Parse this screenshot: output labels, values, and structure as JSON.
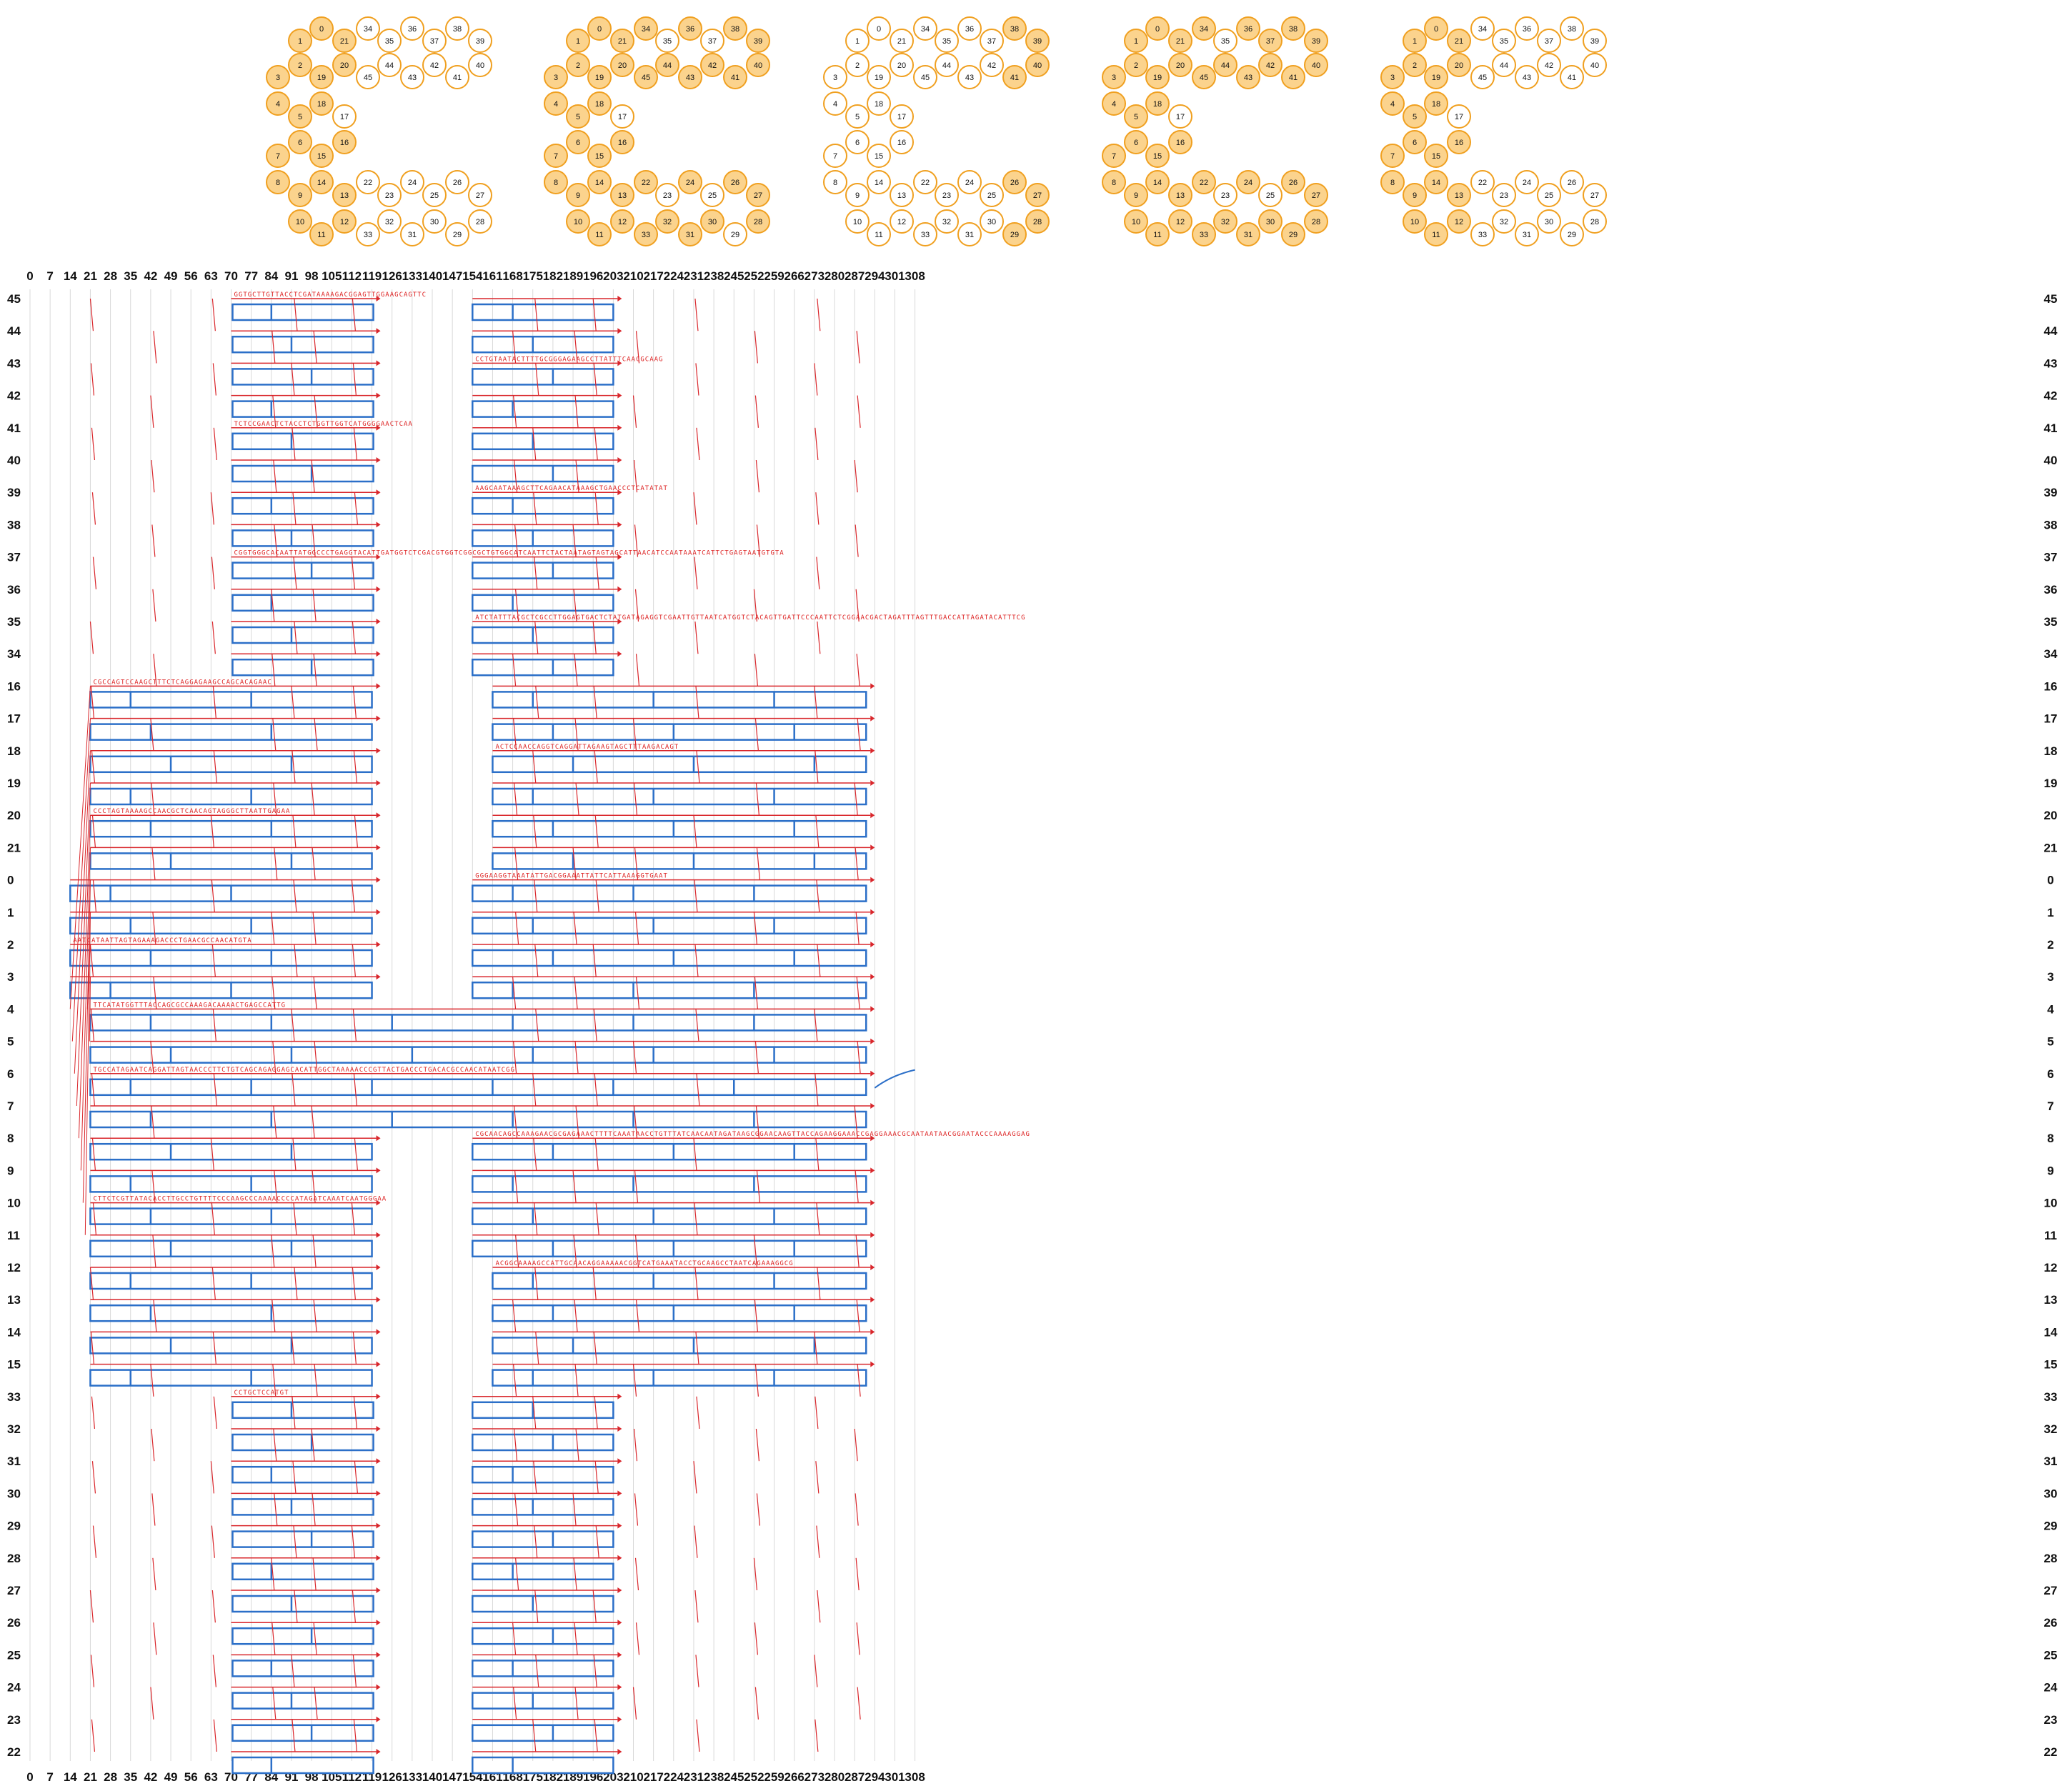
{
  "colors": {
    "scaffold": "#2b6fc8",
    "staple": "#d9262b",
    "helix_fill": "#fbd38d",
    "helix_stroke": "#f0a020",
    "grid": "#d9d9d9",
    "background": "#ffffff"
  },
  "x_axis": {
    "ticks": [
      "0",
      "7",
      "14",
      "21",
      "28",
      "35",
      "42",
      "49",
      "56",
      "63",
      "70",
      "77",
      "84",
      "91",
      "98",
      "105",
      "112",
      "119",
      "126",
      "133",
      "140",
      "147",
      "154",
      "161",
      "168",
      "175",
      "182",
      "189",
      "196",
      "203",
      "210",
      "217",
      "224",
      "231",
      "238",
      "245",
      "252",
      "259",
      "266",
      "273",
      "280",
      "287",
      "294",
      "301",
      "308"
    ]
  },
  "row_labels": [
    "45",
    "44",
    "43",
    "42",
    "41",
    "40",
    "39",
    "38",
    "37",
    "36",
    "35",
    "34",
    "16",
    "17",
    "18",
    "19",
    "20",
    "21",
    "0",
    "1",
    "2",
    "3",
    "4",
    "5",
    "6",
    "7",
    "8",
    "9",
    "10",
    "11",
    "12",
    "13",
    "14",
    "15",
    "33",
    "32",
    "31",
    "30",
    "29",
    "28",
    "27",
    "26",
    "25",
    "24",
    "23",
    "22"
  ],
  "lattice": {
    "helix_numbers": [
      "0",
      "1",
      "2",
      "3",
      "4",
      "5",
      "6",
      "7",
      "8",
      "9",
      "10",
      "11",
      "12",
      "13",
      "14",
      "15",
      "16",
      "17",
      "18",
      "19",
      "20",
      "21",
      "22",
      "23",
      "24",
      "25",
      "26",
      "27",
      "28",
      "29",
      "30",
      "31",
      "32",
      "33",
      "34",
      "35",
      "36",
      "37",
      "38",
      "39",
      "40",
      "41",
      "42",
      "43",
      "44",
      "45"
    ],
    "panels": [
      {
        "filled": [
          "0",
          "1",
          "2",
          "3",
          "4",
          "5",
          "6",
          "7",
          "8",
          "9",
          "10",
          "11",
          "12",
          "13",
          "14",
          "15",
          "16",
          "18",
          "19",
          "20",
          "21"
        ]
      },
      {
        "filled": [
          "0",
          "1",
          "2",
          "3",
          "4",
          "5",
          "6",
          "7",
          "8",
          "9",
          "10",
          "11",
          "12",
          "13",
          "14",
          "15",
          "16",
          "18",
          "19",
          "20",
          "21",
          "22",
          "24",
          "26",
          "27",
          "28",
          "30",
          "31",
          "32",
          "33",
          "34",
          "36",
          "38",
          "39",
          "40",
          "41",
          "42",
          "43",
          "44",
          "45"
        ]
      },
      {
        "filled": [
          "38",
          "39",
          "40",
          "41",
          "29",
          "28",
          "26",
          "27"
        ]
      },
      {
        "filled": [
          "0",
          "1",
          "2",
          "3",
          "4",
          "5",
          "6",
          "7",
          "8",
          "9",
          "10",
          "11",
          "12",
          "13",
          "14",
          "15",
          "16",
          "18",
          "19",
          "20",
          "21",
          "22",
          "24",
          "26",
          "27",
          "28",
          "29",
          "30",
          "31",
          "32",
          "33",
          "34",
          "36",
          "37",
          "38",
          "39",
          "40",
          "41",
          "42",
          "43",
          "44",
          "45"
        ]
      },
      {
        "filled": [
          "0",
          "1",
          "2",
          "3",
          "4",
          "5",
          "6",
          "7",
          "8",
          "9",
          "10",
          "11",
          "12",
          "13",
          "14",
          "15",
          "16",
          "18",
          "19",
          "20",
          "21"
        ]
      }
    ]
  },
  "sequence_fragments": [
    "GGTGCTTGTTACCTCGATAAAAGACGGAGTTGGAAGCAGTTC",
    "CCTGTAATACTTTTGCGGGAGAAGCCTTATTTCAACGCAAG",
    "TCTCCGAACTCTACCTCTGGTTGGTCATGGGGAACTCAA",
    "AAGCAATAAAGCTTCAGAACATAAAGCTGAACCCTCATATAT",
    "CGGTGGGCACAATTATGGCCCTGAGGTACATTGATGGTCTCGACGTGGTCGGCGCTGTGGCATCAATTCTACTAATAGTAGTAGCATTAACATCCAATAAATCATTCTGAGTAATGTGTA",
    "ATCTATTTACGCTCGCCTTGGAGTGACTCTATGATAGAGGTCGAATTGTTAATCATGGTCTACAGTTGATTCCCAATTCTCGGAACGACTAGATTTAGTTTGACCATTAGATACATTTCG",
    "CGCCAGTCCAAGCTTTCTCAGGAGAAGCCAGCACAGAAC",
    "ACTCCAACCAGGTCAGGATTAGAAGTAGCTTTAAGACAGT",
    "CCCTAGTAAAAGCCAACGCTCAACAGTAGGGCTTAATTGAGAA",
    "GGGAAGGTAAATATTGACGGAAATTATTCATTAAAGGTGAAT",
    "AATCATAATTAGTAGAAAGACCCTGAACGCCAACATGTA",
    "TTCATATGGTTTACCAGCGCCAAAGACAAAACTGAGCCATTG",
    "TGCCATAGAATCAGGATTAGTAACCCTTCTGTCAGCAGAGGAGCACATTGGCTAAAAACCCGTTACTGACCCTGACACGCCAACATAATCGG",
    "CGCAACAGCCAAAGAACGCGAGAAACTTTTCAAATAACCTGTTTATCAACAATAGATAAGCGGAACAAGTTACCAGAAGGAAACCGAGGAAACGCAATAATAACGGAATACCCAAAAGGAG",
    "CTTCTCGTTATACACCTTGCCTGTTTTCCCAAGCCCAAAACCCCATAGATCAAATCAATGGGAA",
    "ACGGCAAAAGCCATTGCAACAGGAAAAACGGTCATGAAATACCTGCAAGCCTAATCAGAAAGGCG",
    "CCTGCTCCATGT"
  ]
}
